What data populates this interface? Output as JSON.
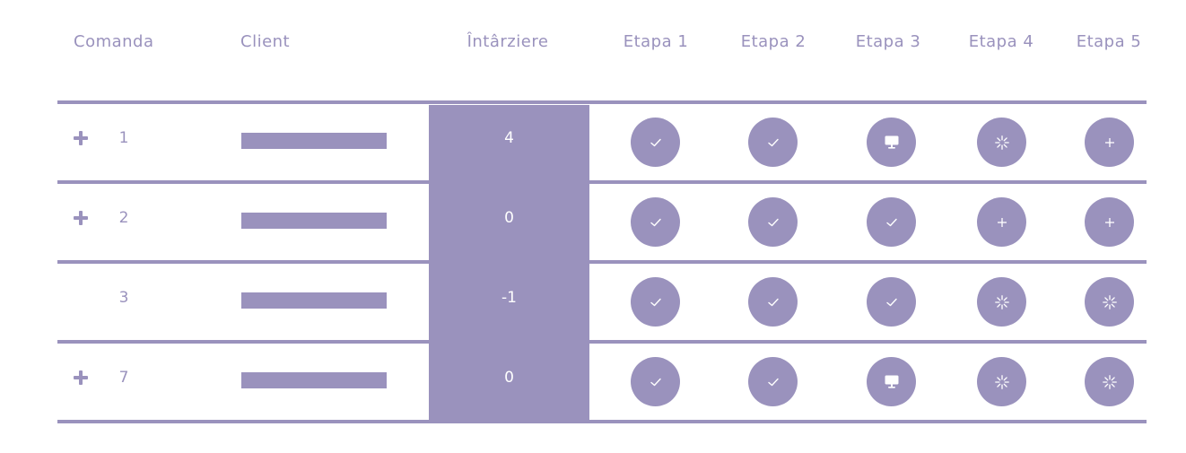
{
  "header": {
    "col_order": "Comanda",
    "col_client": "Client",
    "col_delay": "Întârziere",
    "stages": [
      "Etapa 1",
      "Etapa 2",
      "Etapa 3",
      "Etapa 4",
      "Etapa 5"
    ]
  },
  "rows": [
    {
      "expandable": true,
      "order": "1",
      "delay": "4",
      "stages": [
        "check-icon",
        "check-icon",
        "monitor-icon",
        "spinner-icon",
        "plus-icon"
      ]
    },
    {
      "expandable": true,
      "order": "2",
      "delay": "0",
      "stages": [
        "check-icon",
        "check-icon",
        "check-icon",
        "plus-icon",
        "plus-icon"
      ]
    },
    {
      "expandable": false,
      "order": "3",
      "delay": "-1",
      "stages": [
        "check-icon",
        "check-icon",
        "check-icon",
        "spinner-icon",
        "spinner-icon"
      ]
    },
    {
      "expandable": true,
      "order": "7",
      "delay": "0",
      "stages": [
        "check-icon",
        "check-icon",
        "monitor-icon",
        "spinner-icon",
        "spinner-icon"
      ]
    }
  ],
  "colors": {
    "accent": "#9a92bd",
    "icon": "#ffffff",
    "background": "#ffffff"
  }
}
